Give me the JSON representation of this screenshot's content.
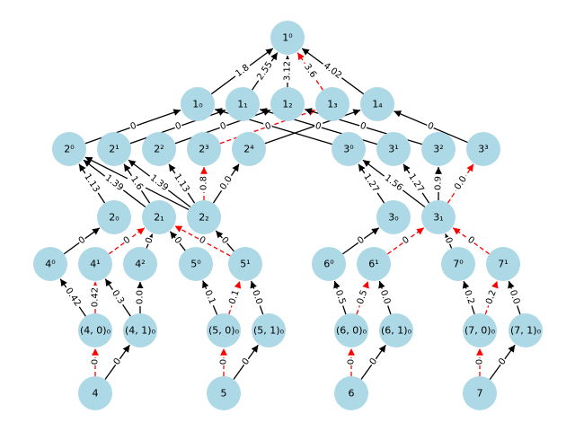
{
  "colors": {
    "node_fill": "#add8e6",
    "edge_default": "#000000",
    "edge_highlight": "#ff0000",
    "background": "#ffffff"
  },
  "nodes": [
    {
      "id": "root",
      "label": "1⁰"
    },
    {
      "id": "a0",
      "label": "1₀"
    },
    {
      "id": "a1",
      "label": "1₁"
    },
    {
      "id": "a2",
      "label": "1₂"
    },
    {
      "id": "a3",
      "label": "1₃"
    },
    {
      "id": "a4",
      "label": "1₄"
    },
    {
      "id": "b0",
      "label": "2⁰"
    },
    {
      "id": "b1",
      "label": "2¹"
    },
    {
      "id": "b2",
      "label": "2²"
    },
    {
      "id": "b3",
      "label": "2³"
    },
    {
      "id": "b4",
      "label": "2⁴"
    },
    {
      "id": "c0",
      "label": "3⁰"
    },
    {
      "id": "c1",
      "label": "3¹"
    },
    {
      "id": "c2",
      "label": "3²"
    },
    {
      "id": "c3",
      "label": "3³"
    },
    {
      "id": "d0",
      "label": "2₀"
    },
    {
      "id": "d1",
      "label": "2₁"
    },
    {
      "id": "d2",
      "label": "2₂"
    },
    {
      "id": "e0",
      "label": "3₀"
    },
    {
      "id": "e1",
      "label": "3₁"
    },
    {
      "id": "f0",
      "label": "4⁰"
    },
    {
      "id": "f1",
      "label": "4¹"
    },
    {
      "id": "f2",
      "label": "4²"
    },
    {
      "id": "g0",
      "label": "5⁰"
    },
    {
      "id": "g1",
      "label": "5¹"
    },
    {
      "id": "h0",
      "label": "6⁰"
    },
    {
      "id": "h1",
      "label": "6¹"
    },
    {
      "id": "i0",
      "label": "7⁰"
    },
    {
      "id": "i1",
      "label": "7¹"
    },
    {
      "id": "j0",
      "label": "(4, 0)₀"
    },
    {
      "id": "j1",
      "label": "(4, 1)₀"
    },
    {
      "id": "k0",
      "label": "(5, 0)₀"
    },
    {
      "id": "k1",
      "label": "(5, 1)₀"
    },
    {
      "id": "l0",
      "label": "(6, 0)₀"
    },
    {
      "id": "l1",
      "label": "(6, 1)₀"
    },
    {
      "id": "m0",
      "label": "(7, 0)₀"
    },
    {
      "id": "m1",
      "label": "(7, 1)₀"
    },
    {
      "id": "n4",
      "label": "4"
    },
    {
      "id": "n5",
      "label": "5"
    },
    {
      "id": "n6",
      "label": "6"
    },
    {
      "id": "n7",
      "label": "7"
    }
  ],
  "edges": [
    {
      "from": "a0",
      "to": "root",
      "label": "1.8",
      "highlight": false
    },
    {
      "from": "a1",
      "to": "root",
      "label": "2.55",
      "highlight": false
    },
    {
      "from": "a2",
      "to": "root",
      "label": "3.12",
      "highlight": false
    },
    {
      "from": "a3",
      "to": "root",
      "label": "3.6",
      "highlight": true
    },
    {
      "from": "a4",
      "to": "root",
      "label": "4.02",
      "highlight": false
    },
    {
      "from": "b0",
      "to": "a0",
      "label": "0",
      "highlight": false
    },
    {
      "from": "b1",
      "to": "a1",
      "label": "0",
      "highlight": false
    },
    {
      "from": "b2",
      "to": "a2",
      "label": "0",
      "highlight": false
    },
    {
      "from": "b3",
      "to": "a3",
      "label": "0",
      "highlight": true
    },
    {
      "from": "b4",
      "to": "a4",
      "label": "",
      "highlight": false
    },
    {
      "from": "c0",
      "to": "a0",
      "label": "",
      "highlight": false
    },
    {
      "from": "c1",
      "to": "a1",
      "label": "0",
      "highlight": false
    },
    {
      "from": "c2",
      "to": "a2",
      "label": "0",
      "highlight": false
    },
    {
      "from": "c3",
      "to": "a4",
      "label": "0",
      "highlight": false
    },
    {
      "from": "d0",
      "to": "b0",
      "label": "1.13",
      "highlight": false
    },
    {
      "from": "d1",
      "to": "b0",
      "label": "1.39",
      "highlight": false
    },
    {
      "from": "d2",
      "to": "b0",
      "label": "",
      "highlight": false
    },
    {
      "from": "d1",
      "to": "b1",
      "label": "1.6",
      "highlight": false
    },
    {
      "from": "d2",
      "to": "b1",
      "label": "1.39",
      "highlight": false
    },
    {
      "from": "d2",
      "to": "b2",
      "label": "1.13",
      "highlight": false
    },
    {
      "from": "d2",
      "to": "b3",
      "label": "0.8",
      "highlight": true
    },
    {
      "from": "d2",
      "to": "b4",
      "label": "0.0",
      "highlight": false
    },
    {
      "from": "e0",
      "to": "c0",
      "label": "1.27",
      "highlight": false
    },
    {
      "from": "e1",
      "to": "c0",
      "label": "1.56",
      "highlight": false
    },
    {
      "from": "e1",
      "to": "c1",
      "label": "1.27",
      "highlight": false
    },
    {
      "from": "e1",
      "to": "c2",
      "label": "0.9",
      "highlight": false
    },
    {
      "from": "e1",
      "to": "c3",
      "label": "0.0",
      "highlight": true
    },
    {
      "from": "f0",
      "to": "d0",
      "label": "0",
      "highlight": false
    },
    {
      "from": "f1",
      "to": "d1",
      "label": "0",
      "highlight": true
    },
    {
      "from": "f2",
      "to": "d1",
      "label": "0",
      "highlight": false
    },
    {
      "from": "g0",
      "to": "d1",
      "label": "0",
      "highlight": false
    },
    {
      "from": "g1",
      "to": "d1",
      "label": "0",
      "highlight": true
    },
    {
      "from": "g1",
      "to": "d2",
      "label": "0",
      "highlight": false
    },
    {
      "from": "h0",
      "to": "e0",
      "label": "0",
      "highlight": false
    },
    {
      "from": "h1",
      "to": "e1",
      "label": "0",
      "highlight": true
    },
    {
      "from": "i0",
      "to": "e1",
      "label": "0",
      "highlight": false
    },
    {
      "from": "i1",
      "to": "e1",
      "label": "0",
      "highlight": true
    },
    {
      "from": "j0",
      "to": "f0",
      "label": "0.42",
      "highlight": false
    },
    {
      "from": "j0",
      "to": "f1",
      "label": "0.42",
      "highlight": true
    },
    {
      "from": "j1",
      "to": "f1",
      "label": "0.3",
      "highlight": false
    },
    {
      "from": "j1",
      "to": "f2",
      "label": "0.0",
      "highlight": false
    },
    {
      "from": "k0",
      "to": "g0",
      "label": "0.1",
      "highlight": false
    },
    {
      "from": "k0",
      "to": "g1",
      "label": "0.1",
      "highlight": true
    },
    {
      "from": "k1",
      "to": "g1",
      "label": "0.0",
      "highlight": false
    },
    {
      "from": "l0",
      "to": "h0",
      "label": "0.5",
      "highlight": false
    },
    {
      "from": "l0",
      "to": "h1",
      "label": "0.5",
      "highlight": true
    },
    {
      "from": "l1",
      "to": "h1",
      "label": "0.0",
      "highlight": false
    },
    {
      "from": "m0",
      "to": "i0",
      "label": "0.2",
      "highlight": false
    },
    {
      "from": "m0",
      "to": "i1",
      "label": "0.2",
      "highlight": true
    },
    {
      "from": "m1",
      "to": "i1",
      "label": "0.0",
      "highlight": false
    },
    {
      "from": "n4",
      "to": "j0",
      "label": "0",
      "highlight": true
    },
    {
      "from": "n4",
      "to": "j1",
      "label": "0",
      "highlight": false
    },
    {
      "from": "n5",
      "to": "k0",
      "label": "0",
      "highlight": true
    },
    {
      "from": "n5",
      "to": "k1",
      "label": "0",
      "highlight": false
    },
    {
      "from": "n6",
      "to": "l0",
      "label": "0",
      "highlight": true
    },
    {
      "from": "n6",
      "to": "l1",
      "label": "0",
      "highlight": false
    },
    {
      "from": "n7",
      "to": "m0",
      "label": "0",
      "highlight": true
    },
    {
      "from": "n7",
      "to": "m1",
      "label": "0",
      "highlight": false
    }
  ]
}
